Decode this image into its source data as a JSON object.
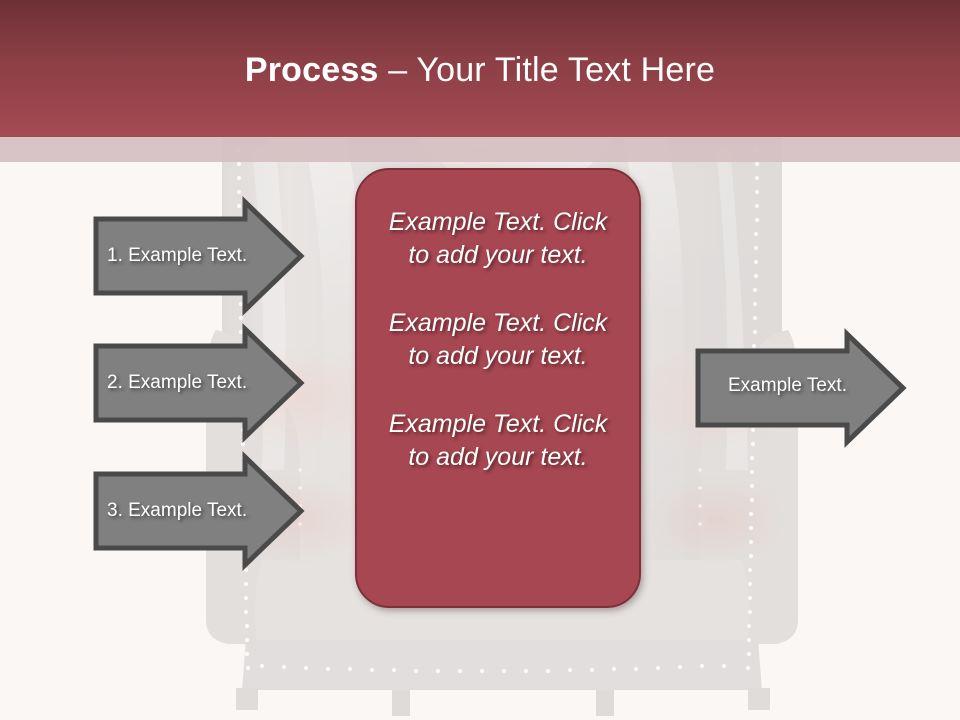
{
  "slide": {
    "title_bold": "Process",
    "title_rest": " – Your Title Text Here",
    "background_color": "#FAF7F5",
    "header_gradient_top": "#6E3036",
    "header_gradient_bottom": "#A54A52",
    "header_underband_color": "#D5BFC2",
    "background_image_subject": "faded-leather-armchair-photo"
  },
  "center_panel": {
    "fill_color": "#A64751",
    "border_color": "#7E3038",
    "paragraphs": [
      "Example Text. Click  to add your text.",
      "Example Text. Click  to add your text.",
      "Example Text. Click  to add your text."
    ]
  },
  "arrows": {
    "fill_color": "#808080",
    "outline_color": "#4A4A4A",
    "items": [
      {
        "label": "1. Example Text.",
        "direction": "right"
      },
      {
        "label": "2. Example Text.",
        "direction": "right"
      },
      {
        "label": "3. Example Text.",
        "direction": "right"
      },
      {
        "label": "Example Text.",
        "direction": "right"
      }
    ]
  }
}
